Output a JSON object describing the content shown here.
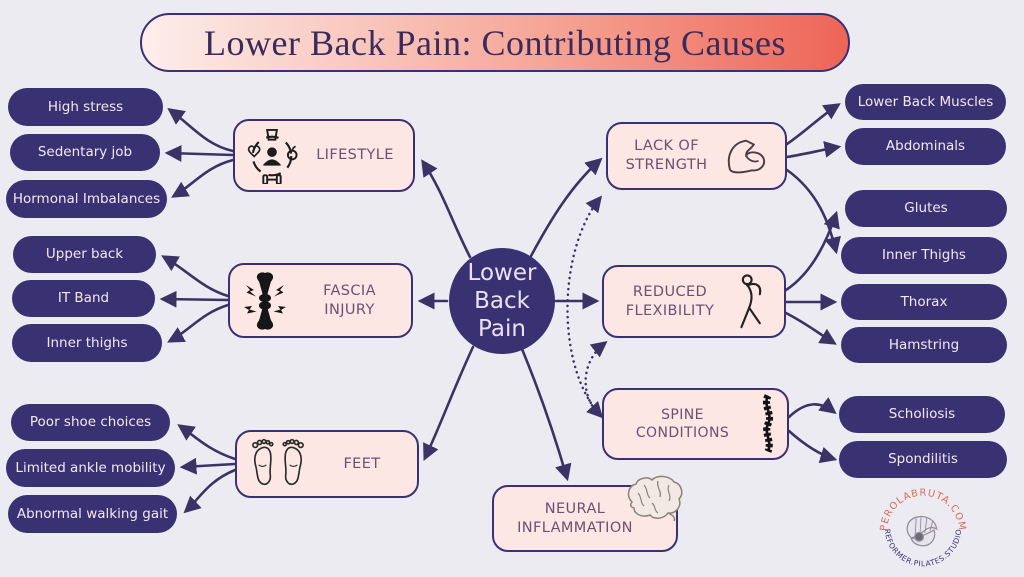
{
  "title": "Lower Back Pain: Contributing Causes",
  "center": {
    "line1": "Lower",
    "line2": "Back",
    "line3": "Pain"
  },
  "causes": {
    "lifestyle": {
      "label": "LIFESTYLE",
      "icon": "lifestyle-icon",
      "items": [
        "High stress",
        "Sedentary job",
        "Hormonal Imbalances"
      ]
    },
    "fascia": {
      "label": "FASCIA INJURY",
      "icon": "joint-lightning-icon",
      "items": [
        "Upper back",
        "IT Band",
        "Inner thighs"
      ]
    },
    "feet": {
      "label": "FEET",
      "icon": "feet-soles-icon",
      "items": [
        "Poor shoe choices",
        "Limited ankle mobility",
        "Abnormal walking gait"
      ]
    },
    "strength": {
      "label": "LACK OF STRENGTH",
      "icon": "bicep-icon",
      "items": [
        "Lower Back Muscles",
        "Abdominals",
        "Inner Thighs"
      ]
    },
    "flexibility": {
      "label": "REDUCED FLEXIBILITY",
      "icon": "stretching-person-icon",
      "items": [
        "Glutes",
        "Thorax",
        "Hamstring"
      ]
    },
    "spine": {
      "label": "SPINE CONDITIONS",
      "icon": "spine-icon",
      "items": [
        "Scholiosis",
        "Spondilitis"
      ]
    },
    "neural": {
      "label": "NEURAL INFLAMMATION",
      "icon": "brain-icon",
      "items": []
    }
  },
  "logo": {
    "top_text": "PEROLABRUTA.COM",
    "bottom_text": "REFORMER.PILATES.STUDIO"
  },
  "colors": {
    "background": "#ECEBF1",
    "node_fill": "#3A3173",
    "pill_text": "#F2E8F2",
    "box_fill": "#FCE7E4",
    "box_border": "#3A3173",
    "box_label": "#6A5272",
    "arrow": "#3B3365",
    "title_text": "#3A2B5D",
    "title_gradient_start": "#FDEEEC",
    "title_gradient_end": "#ED6557",
    "logo_top_text": "#DC6A59",
    "logo_bottom_text": "#3A3173"
  }
}
